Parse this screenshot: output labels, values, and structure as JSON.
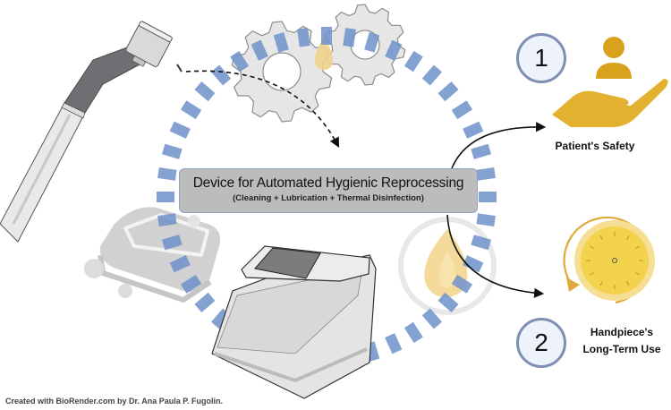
{
  "figure": {
    "title": "Device for Automated Hygienic Reprocessing",
    "subtitle": "(Cleaning + Lubrication + Thermal Disinfection)",
    "outcomes": [
      {
        "number": "1",
        "label": "Patient's Safety",
        "icon": "hand-holding-person-icon"
      },
      {
        "number": "2",
        "label": "Handpiece's\nLong-Term Use",
        "label_lines": [
          "Handpiece's",
          "Long-Term Use"
        ],
        "icon": "clock-cycle-icon"
      }
    ],
    "illustrations": [
      {
        "name": "dental-handpiece",
        "icon": "dental-handpiece-icon"
      },
      {
        "name": "gears-lubrication",
        "icon": "gears-icon"
      },
      {
        "name": "cleaning-tray",
        "icon": "cleaning-tray-icon"
      },
      {
        "name": "reprocessing-device",
        "icon": "reprocessing-device-icon"
      },
      {
        "name": "thermal-flame-cycle",
        "icon": "flame-icon"
      }
    ],
    "credit": "Created with BioRender.com by Dr. Ana Paula P. Fugolin."
  },
  "colors": {
    "ring_dash": "#6e92c9",
    "accent_gold": "#e0ae2a",
    "badge_border": "#7f8fb3",
    "badge_fill": "#eef3fb",
    "box_fill": "#bcbcbc"
  }
}
